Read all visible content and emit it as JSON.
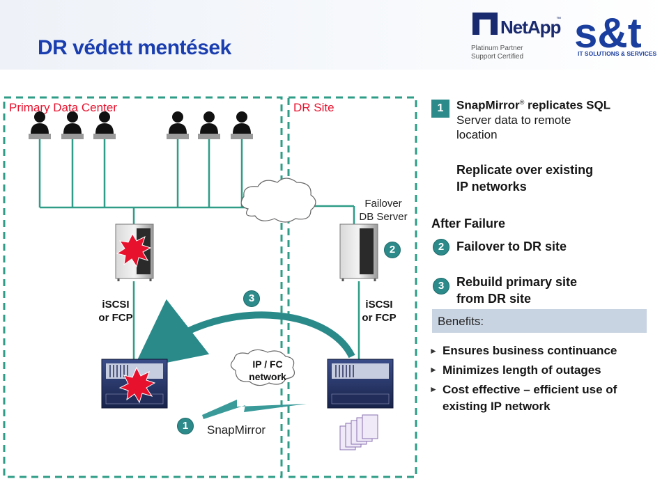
{
  "header": {
    "title": "DR védett mentések",
    "netapp": {
      "word": "NetApp",
      "tm": "™",
      "sub_line1": "Platinum Partner",
      "sub_line2": "Support Certified"
    },
    "snt": {
      "word": "s&t",
      "sub": "IT SOLUTIONS & SERVICES"
    }
  },
  "diagram": {
    "primary_title": "Primary Data Center",
    "dr_title": "DR Site",
    "failover_label_1": "Failover",
    "failover_label_2": "DB Server",
    "iscsi_left_1": "iSCSI",
    "iscsi_left_2": "or FCP",
    "iscsi_right_1": "iSCSI",
    "iscsi_right_2": "or FCP",
    "network_label_1": "IP / FC",
    "network_label_2": "network",
    "snapmirror_label": "SnapMirror",
    "badge_1": "1",
    "badge_2": "2",
    "badge_3": "3",
    "colors": {
      "zone_border": "#2e9c86",
      "accent": "#2d8a8a",
      "alert": "#e8112d",
      "title": "#1a3eb0"
    }
  },
  "steps": [
    {
      "num": "1",
      "line1_bold": "SnapMirror",
      "reg": "®",
      "line1_rest": " replicates SQL",
      "line2": "Server data to remote",
      "line3": "location"
    },
    {
      "line1": "Replicate over existing",
      "line2": "IP networks"
    }
  ],
  "after_failure": "After Failure",
  "step2": {
    "num": "2",
    "text": "Failover to DR site"
  },
  "step3": {
    "num": "3",
    "line1": "Rebuild primary site",
    "line2": "from DR site"
  },
  "benefits": {
    "label": "Benefits:",
    "items": [
      "Ensures business continuance",
      "Minimizes length of outages",
      "Cost effective – efficient use of",
      "existing IP network"
    ]
  }
}
